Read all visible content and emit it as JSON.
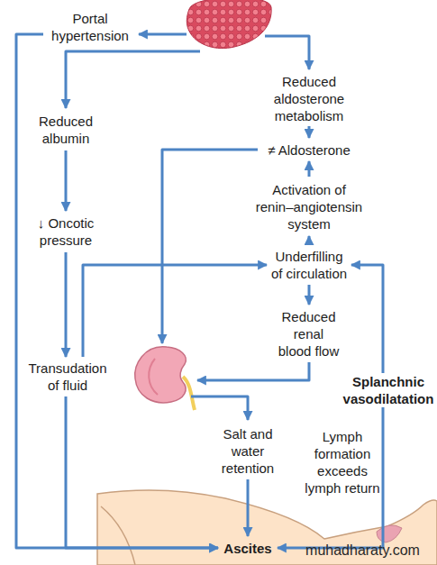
{
  "diagram": {
    "nodes": [
      {
        "text": [
          "Portal hypertension"
        ]
      },
      {
        "text": [
          "Reduced aldosterone metabolism"
        ]
      },
      {
        "text": [
          "Reduced albumin"
        ]
      },
      {
        "text": [
          "≠ Aldosterone"
        ]
      },
      {
        "text": [
          "Activation of renin–angiotensin system"
        ]
      },
      {
        "text": [
          "↓ Oncotic pressure"
        ]
      },
      {
        "text": [
          "Underfilling of circulation"
        ]
      },
      {
        "text": [
          "Reduced renal blood flow"
        ]
      },
      {
        "text": [
          "Transudation of fluid"
        ]
      },
      {
        "text": [
          "Salt and water retention"
        ]
      },
      {
        "text": [
          "Ascites"
        ]
      }
    ],
    "edges": [
      {
        "from": 1,
        "to": 3,
        "arrow": "to"
      },
      {
        "from": 4,
        "to": 3,
        "arrow": "to"
      },
      {
        "from": 6,
        "to": 4,
        "arrow": "to"
      },
      {
        "from": 6,
        "to": 7,
        "arrow": "to"
      },
      {
        "from": 2,
        "to": 5,
        "arrow": "to"
      },
      {
        "from": 5,
        "to": 8,
        "arrow": "to"
      },
      {
        "from": 8,
        "to": 6,
        "arrow": "to"
      },
      {
        "from": 8,
        "to": 10,
        "arrow": "to"
      },
      {
        "from": 9,
        "to": 10,
        "arrow": "to"
      },
      {
        "from": 0,
        "to": 10,
        "arrow": "to"
      },
      {
        "from": 10,
        "to": 6,
        "label": "Splanchnic vasodilatation",
        "arrow": "both"
      }
    ],
    "labels": [
      "Lymph formation exceeds lymph return",
      "muhadharaty.com"
    ]
  }
}
